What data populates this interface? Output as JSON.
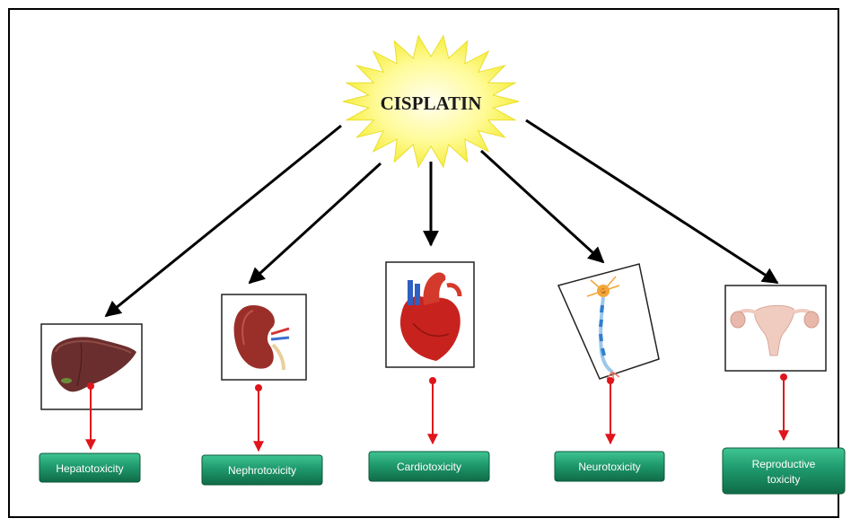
{
  "center": {
    "label": "CISPLATIN"
  },
  "effects": [
    {
      "id": "liver",
      "icon": "liver-icon",
      "label": "Hepatotoxicity"
    },
    {
      "id": "kidney",
      "icon": "kidney-icon",
      "label": "Nephrotoxicity"
    },
    {
      "id": "heart",
      "icon": "heart-icon",
      "label": "Cardiotoxicity"
    },
    {
      "id": "neuron",
      "icon": "neuron-icon",
      "label": "Neurotoxicity"
    },
    {
      "id": "uterus",
      "icon": "uterus-icon",
      "label": [
        "Reproductive",
        "toxicity"
      ]
    }
  ],
  "colors": {
    "burst_outer": "#fff66a",
    "burst_inner": "#fffde0",
    "arrow_black": "#000000",
    "arrow_red": "#e0141b",
    "label_green": "#1f9a6e",
    "label_green_dark": "#0f6b47"
  }
}
